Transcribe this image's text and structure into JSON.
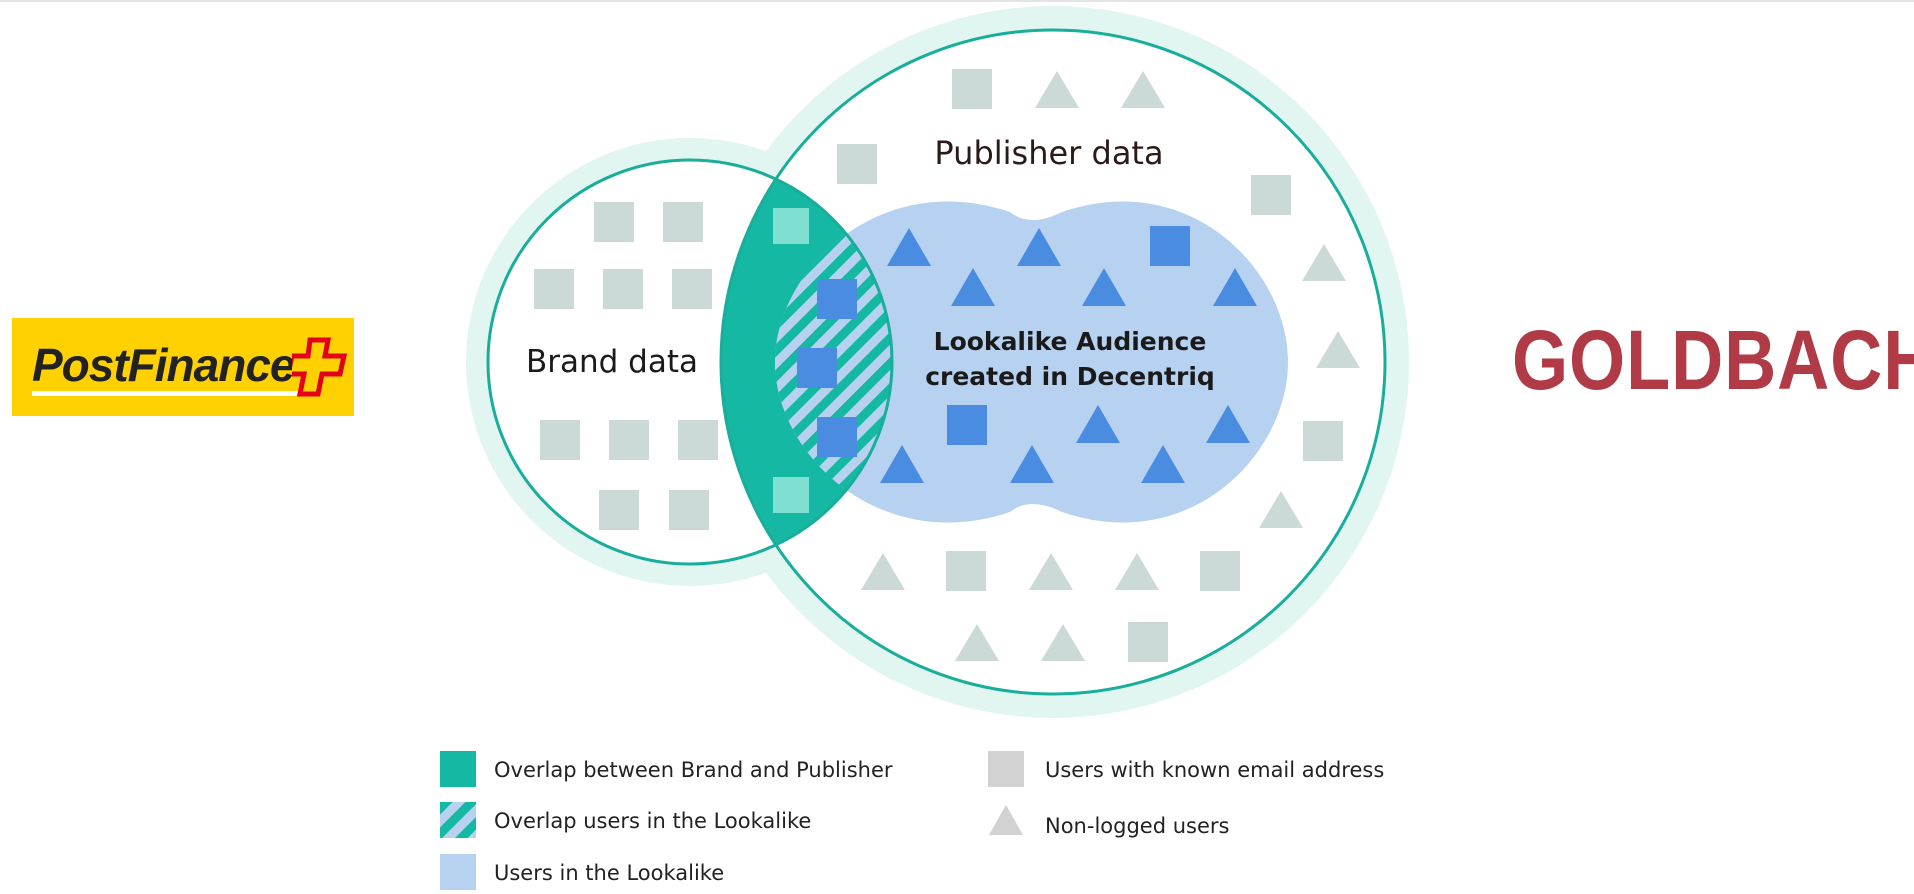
{
  "logos": {
    "left": "PostFinance",
    "right": "GOLDBACH"
  },
  "diagram": {
    "brand_label": "Brand data",
    "publisher_label": "Publisher data",
    "lookalike_label_line1": "Lookalike Audience",
    "lookalike_label_line2": "created in Decentriq"
  },
  "legend": {
    "overlap_brand_publisher": "Overlap between Brand and Publisher",
    "overlap_lookalike": "Overlap users in the Lookalike",
    "users_lookalike": "Users in the Lookalike",
    "known_email": "Users with known email address",
    "non_logged": "Non-logged users"
  },
  "colors": {
    "overlap_teal": "#14b8a3",
    "light_teal_marker": "#7fe0d2",
    "lookalike_blue": "#b7d1f1",
    "lookalike_marker_blue": "#4a8de0",
    "outer_ring": "#e1f5f1",
    "circle_stroke": "#19ae9c",
    "grey_marker": "#cbd9d7",
    "legend_grey": "#d2d2d2",
    "postfinance_yellow": "#ffd100",
    "postfinance_red": "#e3001b",
    "goldbach_red": "#b03a46"
  },
  "icons": {
    "square": "square-icon",
    "triangle": "triangle-icon",
    "cross": "swiss-cross-icon"
  }
}
